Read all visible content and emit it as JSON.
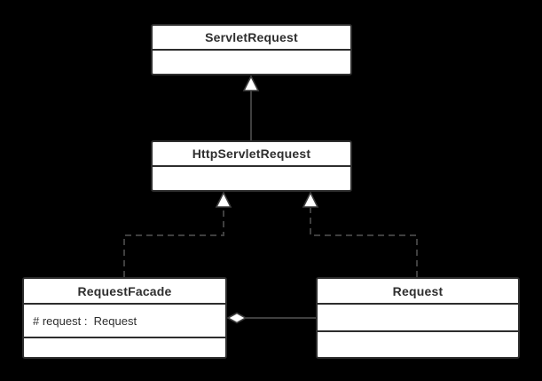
{
  "diagram": {
    "type": "uml-class-diagram",
    "classes": {
      "servlet_request": {
        "name": "ServletRequest"
      },
      "http_servlet_request": {
        "name": "HttpServletRequest"
      },
      "request_facade": {
        "name": "RequestFacade",
        "attribute": "# request :  Request"
      },
      "request": {
        "name": "Request"
      }
    },
    "relationships": [
      {
        "type": "generalization",
        "from": "HttpServletRequest",
        "to": "ServletRequest",
        "line": "solid",
        "arrowhead": "hollow-triangle"
      },
      {
        "type": "realization",
        "from": "RequestFacade",
        "to": "HttpServletRequest",
        "line": "dashed",
        "arrowhead": "hollow-triangle"
      },
      {
        "type": "realization",
        "from": "Request",
        "to": "HttpServletRequest",
        "line": "dashed",
        "arrowhead": "hollow-triangle"
      },
      {
        "type": "aggregation",
        "from": "RequestFacade",
        "to": "Request",
        "line": "solid",
        "diamond": "hollow",
        "diamond_at": "RequestFacade"
      }
    ]
  },
  "colors": {
    "background": "#000000",
    "node_fill": "#ffffff",
    "node_border": "#2d2d2d",
    "text": "#2e2e2e",
    "connector": "#3f3f3f"
  }
}
